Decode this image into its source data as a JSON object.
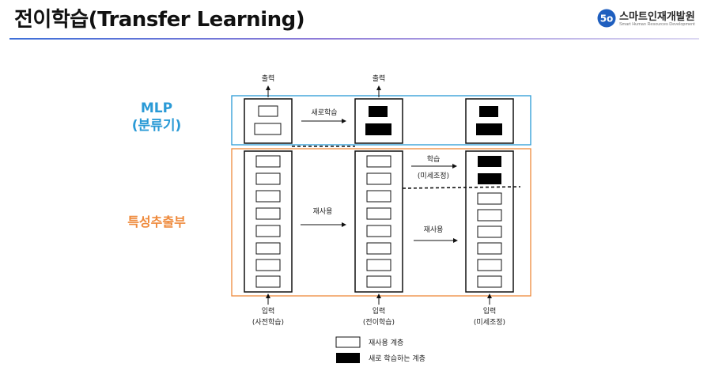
{
  "header": {
    "title": "전이학습(Transfer Learning)",
    "logo_mark": "5o",
    "logo_name": "스마트인재개발원",
    "logo_sub": "Smart Human Resources Development"
  },
  "colors": {
    "mlp": "#2a9ad6",
    "feature": "#ef8a3c",
    "accent": "#3d6fd8"
  },
  "labels": {
    "mlp_line1": "MLP",
    "mlp_line2": "(분류기)",
    "feature_extractor": "특성추출부"
  },
  "diagram": {
    "output": "출력",
    "input": "입력",
    "col1_caption": "(사전학습)",
    "col2_caption": "(전이학습)",
    "col3_caption": "(미세조정)",
    "arrow_new_training": "새로학습",
    "arrow_reuse_1": "재사용",
    "arrow_reuse_2": "재사용",
    "arrow_train": "학습",
    "arrow_finetune": "(미세조정)"
  },
  "legend": {
    "reused_layer": "재사용 계층",
    "new_trained_layer": "새로 학습하는 계층"
  }
}
